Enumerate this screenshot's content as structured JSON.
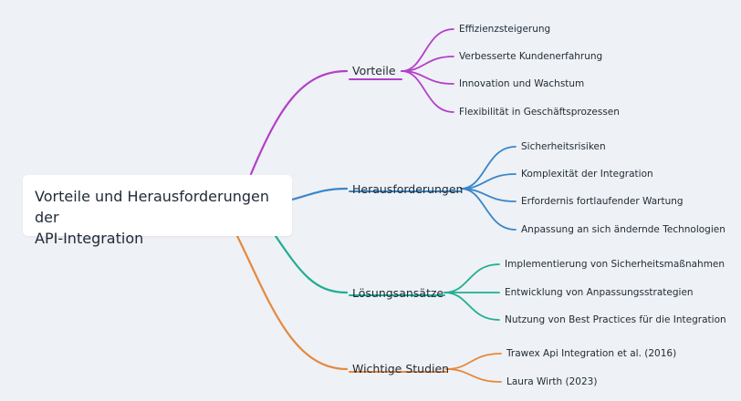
{
  "root": {
    "title_line1": "Vorteile und Herausforderungen der",
    "title_line2": "API-Integration"
  },
  "branches": [
    {
      "label": "Vorteile",
      "color": "#b43fc9",
      "children": [
        "Effizienzsteigerung",
        "Verbesserte Kundenerfahrung",
        "Innovation und Wachstum",
        "Flexibilität in Geschäftsprozessen"
      ]
    },
    {
      "label": "Herausforderungen",
      "color": "#3a86c8",
      "children": [
        "Sicherheitsrisiken",
        "Komplexität der Integration",
        "Erfordernis fortlaufender Wartung",
        "Anpassung an sich ändernde Technologien"
      ]
    },
    {
      "label": "Lösungsansätze",
      "color": "#20ad95",
      "children": [
        "Implementierung von Sicherheitsmaßnahmen",
        "Entwicklung von Anpassungsstrategien",
        "Nutzung von Best Practices für die Integration"
      ]
    },
    {
      "label": "Wichtige Studien",
      "color": "#e5893e",
      "children": [
        "Trawex Api Integration et al. (2016)",
        "Laura Wirth (2023)"
      ]
    }
  ]
}
